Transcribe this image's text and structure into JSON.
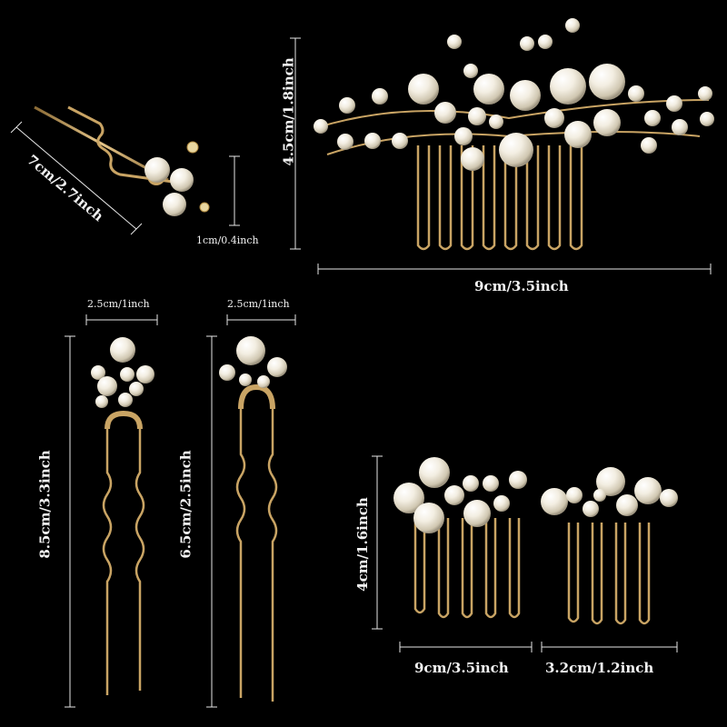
{
  "dimensions": {
    "bobby_pin_length": "7cm/2.7inch",
    "bobby_pin_head": "1cm/0.4inch",
    "large_comb_height": "4.5cm/1.8inch",
    "large_comb_width": "9cm/3.5inch",
    "u_pin_large_width": "2.5cm/1inch",
    "u_pin_large_length": "8.5cm/3.3inch",
    "u_pin_small_width": "2.5cm/1inch",
    "u_pin_small_length": "6.5cm/2.5inch",
    "small_comb_height": "4cm/1.6inch",
    "small_comb_left_width": "9cm/3.5inch",
    "small_comb_right_width": "3.2cm/1.2inch"
  },
  "colors": {
    "background": "#000000",
    "gold": "#c9a464",
    "pearl": "#f3eee2",
    "measure_line": "#e6e6e6"
  }
}
